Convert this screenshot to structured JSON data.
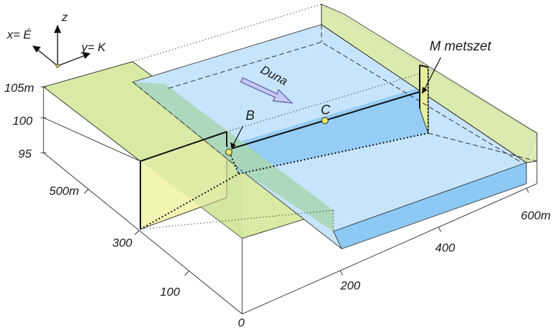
{
  "orientation": {
    "z_label": "z",
    "x_label": "x= É",
    "y_label": "y= K"
  },
  "height_ticks": [
    "105m",
    "100",
    "95"
  ],
  "x_ticks": [
    "500m",
    "300",
    "100"
  ],
  "y_ticks": [
    "0",
    "200",
    "400",
    "600m"
  ],
  "river_label": "Duna",
  "points": {
    "b": "B",
    "c": "C"
  },
  "section_label": "M metszet",
  "colors": {
    "bank_fill": "#d8eaa4",
    "bank_side": "#f3f3b2",
    "water_surface": "#c6e4fb",
    "water_deep": "#8cc9f4",
    "green_strip": "#a9d6b4",
    "point_fill": "#f6e85c",
    "arrow_fill": "#c9c8f0",
    "arrow_stroke": "#5a57a8"
  }
}
